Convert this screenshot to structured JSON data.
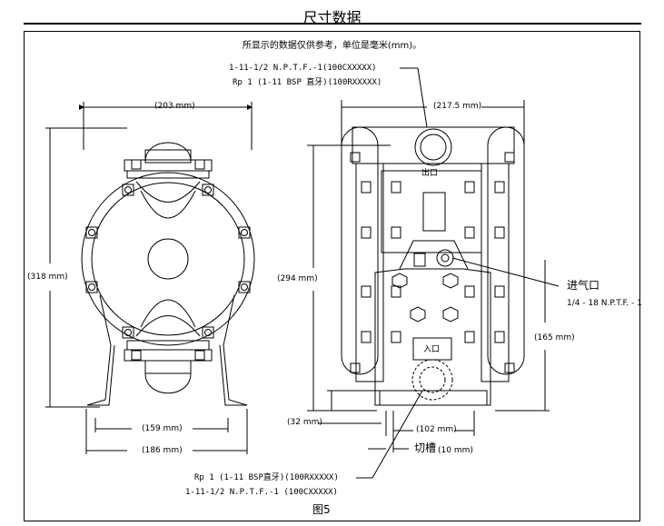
{
  "title": "尺寸数据",
  "note": "所显示的数据仅供参考，单位是毫米(mm)。",
  "outlet_callout": {
    "line1": "1-11-1/2 N.P.T.F.-1(100CXXXXX)",
    "line2": "Rp 1 (1-11 BSP 直牙)(100RXXXXX)"
  },
  "outlet_label": "出口",
  "inlet_label": "入口",
  "air_inlet": {
    "label": "进气口",
    "spec": "1/4 - 18 N.P.T.F. - 1"
  },
  "dims": {
    "front_width": "(203 mm)",
    "front_height": "(318 mm)",
    "front_base_inner": "(159 mm)",
    "front_base_outer": "(186 mm)",
    "side_width": "(217.5 mm)",
    "side_height": "(294 mm)",
    "side_air_height": "(165 mm)",
    "side_inlet_height": "(32 mm)",
    "side_base": "(102 mm)"
  },
  "slot": {
    "label": "切槽",
    "size": "(10 mm)"
  },
  "inlet_callout": {
    "line1": "Rp 1 (1-11 BSP直牙)(100RXXXXX)",
    "line2": "1-11-1/2 N.P.T.F.-1 (100CXXXXX)"
  },
  "figure": "图5"
}
